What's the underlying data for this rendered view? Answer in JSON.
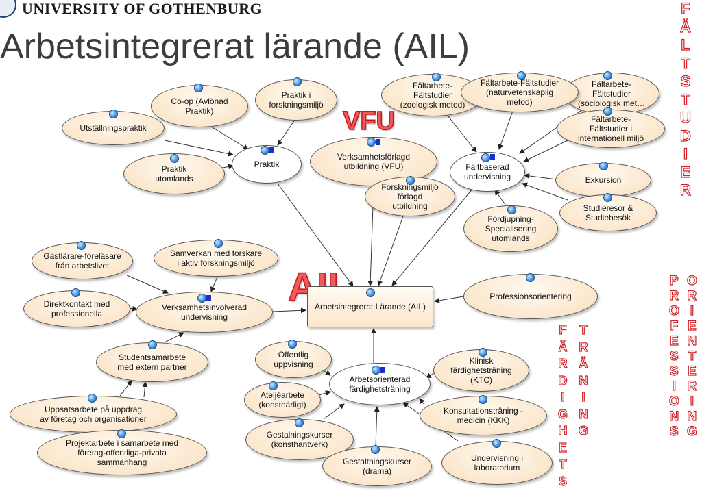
{
  "header": {
    "university": "UNIVERSITY OF GOTHENBURG",
    "title": "Arbetsintegrerat lärande (AIL)"
  },
  "overlays": {
    "vfu": "VFU",
    "ail": "AIL",
    "faltstudier": "FÄLTSTUDIER",
    "profesions": "PROFESSIONS",
    "orientering": "ORIENTERING",
    "fardighets": "FÄRDIGHETS",
    "traning": "TRÄNING"
  },
  "colors": {
    "node_fill": "#fbe7cd",
    "overlay_red": "#d01f25",
    "marker_blue": "#3a8de0",
    "marker_square": "#1a2fd0"
  },
  "nodes": {
    "coop": "Co-op (Avlönad\nPraktik)",
    "praktik_forsk": "Praktik i\nforskningsmiljö",
    "utstallning": "Utställningspraktik",
    "praktik": "Praktik",
    "praktik_utl": "Praktik\nutomlands",
    "vfu_node": "Verksamhetsförlagd\nutbildning (VFU)",
    "forskmiljo": "Forskningsmiljö\nförlagd\nutbildning",
    "ff_zoo": "Fältarbete-\nFältstudier\n(zoologisk metod)",
    "ff_nat": "Fältarbete-Fältstudier\n(naturvetenskaplig\nmetod)",
    "ff_soc": "Fältarbete-\nFältstudier\n(sociologisk met…",
    "ff_int": "Fältarbete-\nFältstudier i\ninternationell miljö",
    "faltbaserad": "Fältbaserad\nundervisning",
    "exkursion": "Exkursion",
    "studieresor": "Studieresor &\nStudiebesök",
    "fordjupning": "Fördjupning-\nSpecialisering\nutomlands",
    "gastlarare": "Gästlärare-föreläsare\nfrån arbetslivet",
    "samverkan": "Samverkan med forskare\ni aktiv forskningsmiljö",
    "direktkontakt": "Direktkontakt med\nprofessionella",
    "verksamhetsinv": "Verksamhetsinvolverad\nundervisning",
    "ail_center": "Arbetsintegrerat Lärande (AIL)",
    "profor": "Professionsorientering",
    "studentsamarbete": "Studentsamarbete\nmed extern partner",
    "uppsats": "Uppsatsarbete  på uppdrag\nav företag och organisationer",
    "projekt": "Projektarbete i samarbete med\nföretag-offentliga-privata\nsammanhang",
    "offentlig": "Offentlig\nuppvisning",
    "arbetsor": "Arbetsorienterad\nfärdighetsträning",
    "klinisk": "Klinisk\nfärdighetsträning\n(KTC)",
    "atelje": "Ateljéarbete\n(konstnärligt)",
    "konsult": "Konsultationsträning -\nmedicin (KKK)",
    "gest_konst": "Gestalningskurser\n(konsthantverk)",
    "gest_drama": "Gestaltningskurser\n(drama)",
    "undervisning_lab": "Undervisning i\nlaboratorium"
  }
}
